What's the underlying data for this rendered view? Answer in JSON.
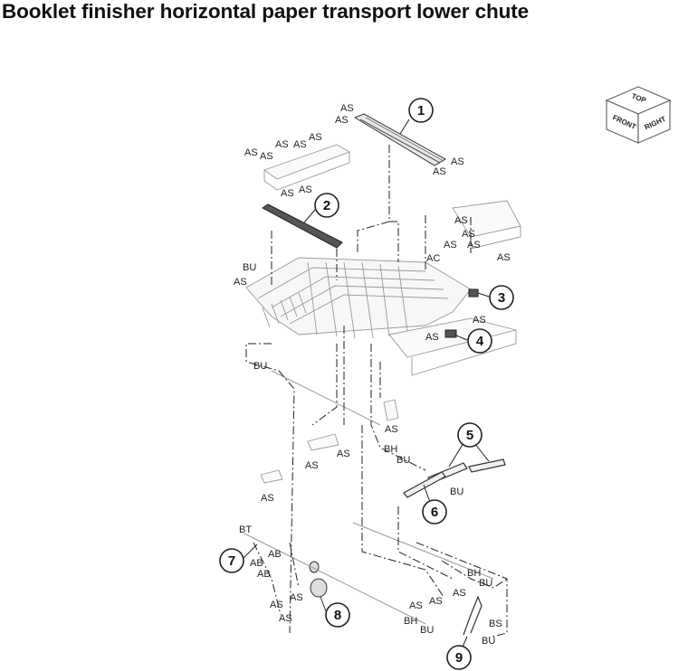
{
  "title": "Booklet finisher horizontal paper transport lower chute",
  "orientation_cube": {
    "top": "TOP",
    "front": "FRONT",
    "right": "RIGHT"
  },
  "callouts": [
    "1",
    "2",
    "3",
    "4",
    "5",
    "6",
    "7",
    "8",
    "9"
  ],
  "part_labels": {
    "as": "AS",
    "bu": "BU",
    "ac": "AC",
    "bh": "BH",
    "bt": "BT",
    "ab": "AB",
    "bs": "BS"
  },
  "colors": {
    "line": "#333333",
    "part_fill": "#f2f2f2",
    "dark_part": "#444444"
  }
}
